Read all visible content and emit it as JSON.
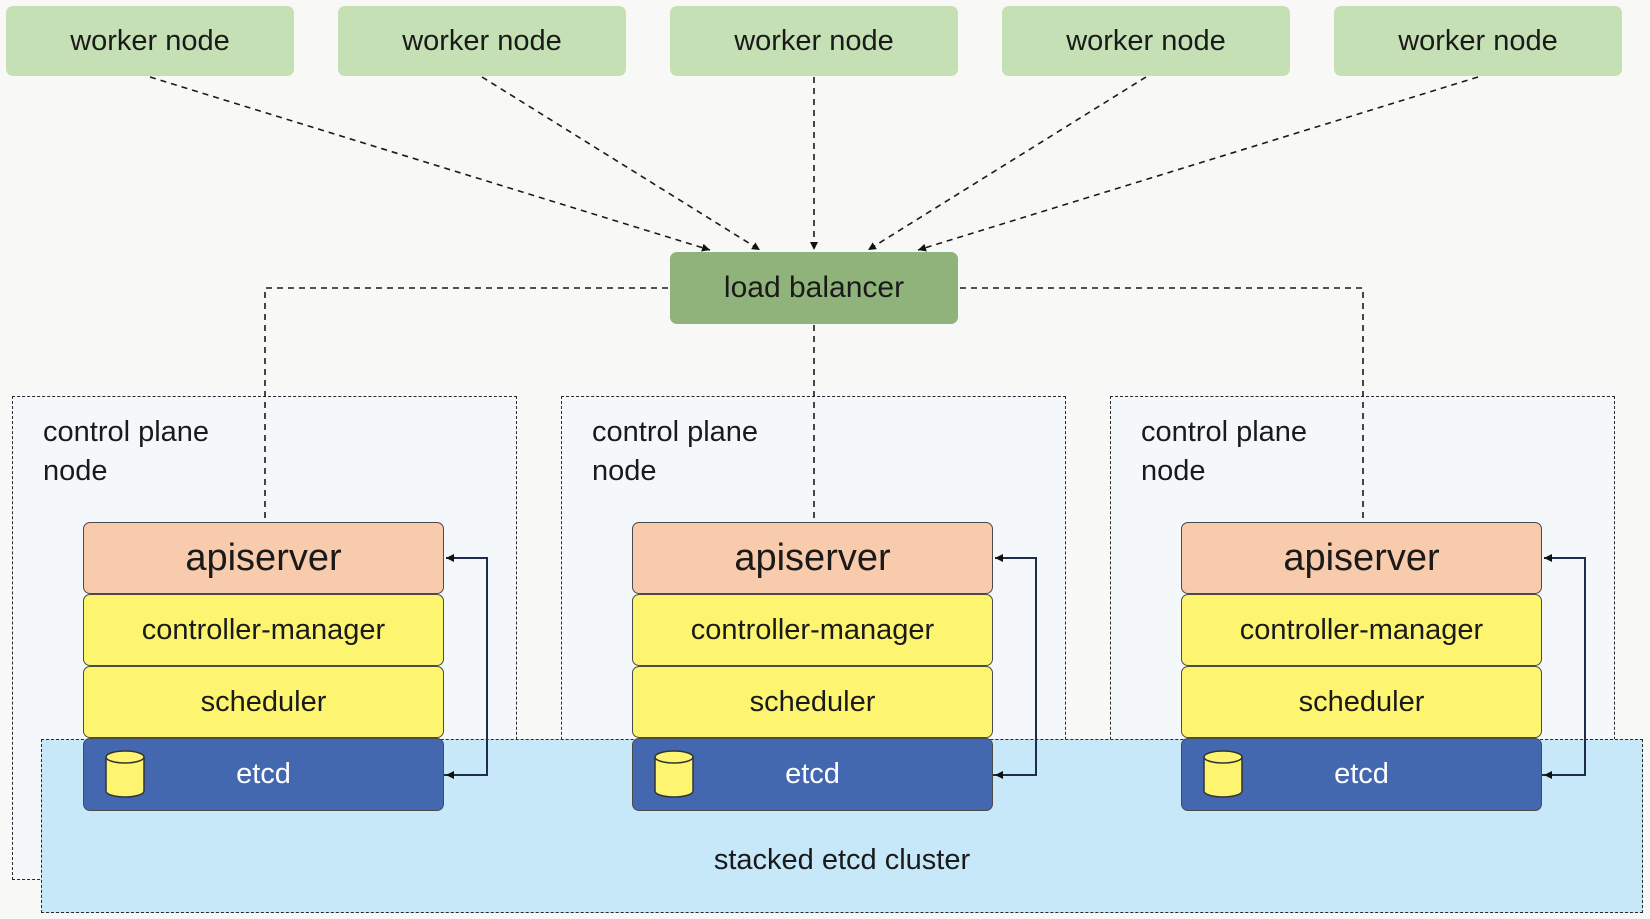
{
  "diagram": {
    "worker_nodes": [
      {
        "label": "worker node"
      },
      {
        "label": "worker node"
      },
      {
        "label": "worker node"
      },
      {
        "label": "worker node"
      },
      {
        "label": "worker node"
      }
    ],
    "load_balancer": {
      "label": "load balancer"
    },
    "control_plane_nodes": [
      {
        "label": "control plane\nnode",
        "components": {
          "apiserver": "apiserver",
          "controller_manager": "controller-manager",
          "scheduler": "scheduler",
          "etcd": "etcd"
        }
      },
      {
        "label": "control plane\nnode",
        "components": {
          "apiserver": "apiserver",
          "controller_manager": "controller-manager",
          "scheduler": "scheduler",
          "etcd": "etcd"
        }
      },
      {
        "label": "control plane\nnode",
        "components": {
          "apiserver": "apiserver",
          "controller_manager": "controller-manager",
          "scheduler": "scheduler",
          "etcd": "etcd"
        }
      }
    ],
    "etcd_cluster": {
      "label": "stacked etcd cluster"
    },
    "icons": {
      "database": "database-icon"
    },
    "colors": {
      "worker_node": "#c5e0b4",
      "load_balancer": "#8fb37b",
      "apiserver": "#f8cbad",
      "controller_manager": "#fdf56f",
      "scheduler": "#fdf56f",
      "etcd": "#4468b0",
      "etcd_cluster": "#c6e8f8"
    }
  }
}
